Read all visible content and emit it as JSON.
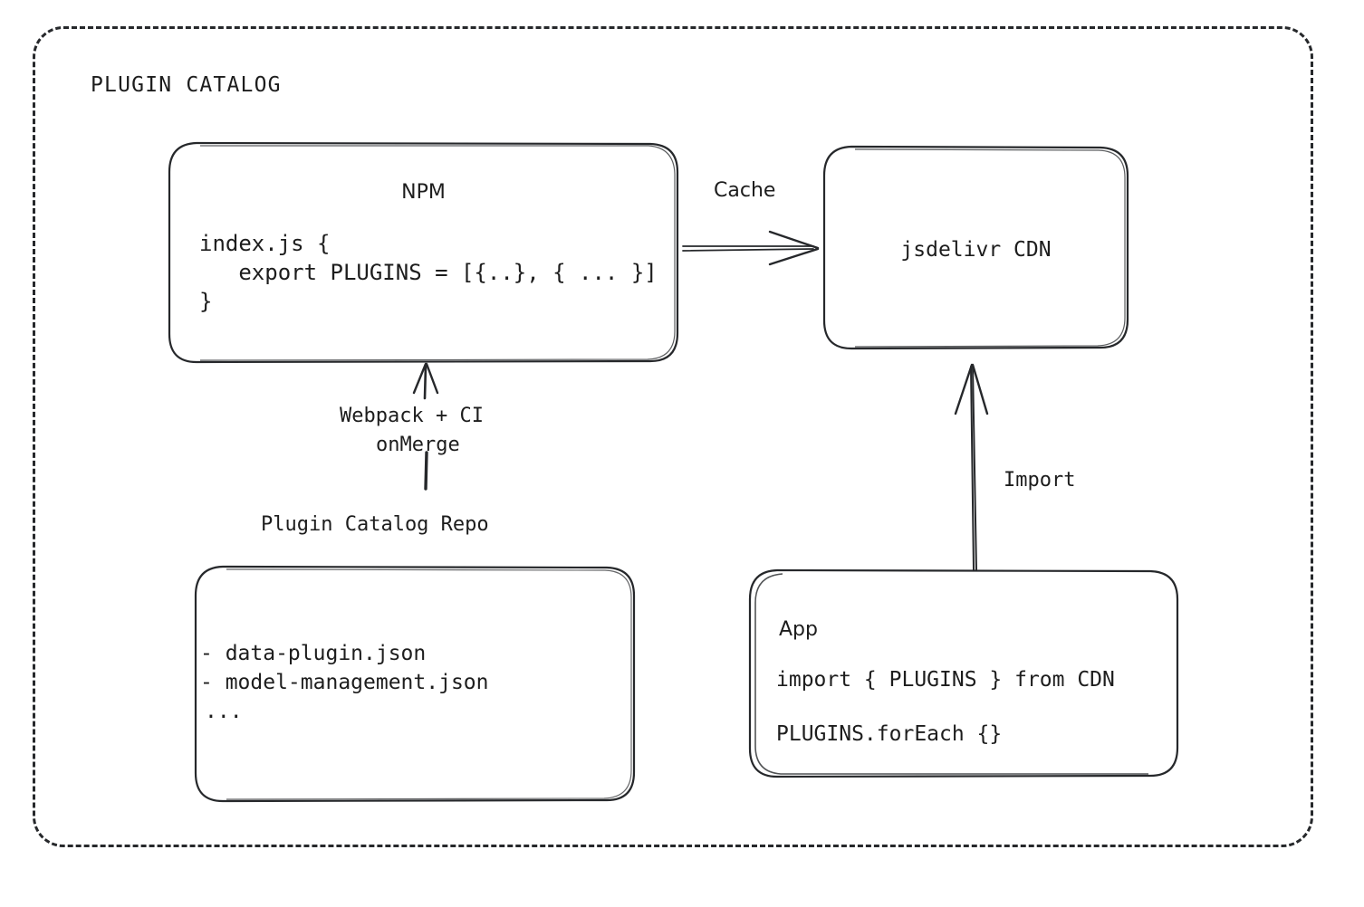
{
  "frame": {
    "title": "PLUGIN CATALOG"
  },
  "nodes": {
    "npm": {
      "title": "NPM",
      "code": [
        "index.js {",
        "   export PLUGINS = [{..}, { ... }]",
        "}"
      ]
    },
    "cdn": {
      "title": "jsdelivr CDN"
    },
    "repo": {
      "caption": "Plugin Catalog Repo",
      "lines": [
        "- data-plugin.json",
        "- model-management.json",
        "..."
      ]
    },
    "app": {
      "title": "App",
      "lines": [
        "import { PLUGINS } from CDN",
        "PLUGINS.forEach {}"
      ]
    }
  },
  "edges": {
    "cache": {
      "label": "Cache"
    },
    "build": {
      "label_line1": "Webpack + CI",
      "label_line2": "onMerge"
    },
    "import": {
      "label": "Import"
    }
  },
  "colors": {
    "stroke": "#26282b",
    "text": "#1d1d1d",
    "background": "#ffffff"
  }
}
